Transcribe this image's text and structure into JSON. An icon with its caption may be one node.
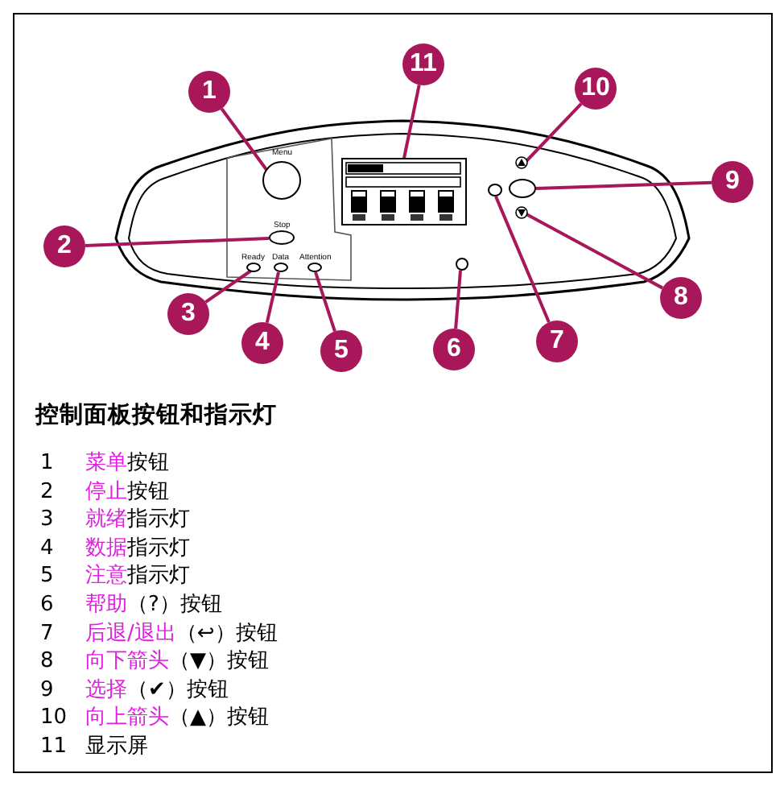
{
  "diagram": {
    "title": "控制面板按钮和指示灯",
    "nodes": [
      {
        "text": [
          "1"
        ]
      },
      {
        "text": [
          "2"
        ]
      },
      {
        "text": [
          "3"
        ]
      },
      {
        "text": [
          "4"
        ]
      },
      {
        "text": [
          "5"
        ]
      },
      {
        "text": [
          "6"
        ]
      },
      {
        "text": [
          "7"
        ]
      },
      {
        "text": [
          "8"
        ]
      },
      {
        "text": [
          "9"
        ]
      },
      {
        "text": [
          "10"
        ]
      },
      {
        "text": [
          "11"
        ]
      },
      {
        "text": [],
        "shape": "circle",
        "beside": [
          "Menu"
        ]
      },
      {
        "text": [],
        "shape": "circle",
        "beside": [
          "Stop"
        ]
      },
      {
        "text": [],
        "shape": "circle",
        "beside": [
          "Ready"
        ]
      },
      {
        "text": [],
        "shape": "circle",
        "beside": [
          "Data"
        ]
      },
      {
        "text": [],
        "shape": "circle",
        "beside": [
          "Attention"
        ]
      },
      {
        "text": [],
        "shape": "circle"
      },
      {
        "text": [],
        "shape": "circle"
      },
      {
        "text": [],
        "shape": "triangle"
      },
      {
        "text": [],
        "shape": "circle"
      },
      {
        "text": [],
        "shape": "triangle"
      },
      {
        "text": [],
        "shape": "box"
      }
    ],
    "edges": [
      {
        "from": 0,
        "to": 11,
        "arrow": "none"
      },
      {
        "from": 1,
        "to": 12,
        "arrow": "none"
      },
      {
        "from": 2,
        "to": 13,
        "arrow": "none"
      },
      {
        "from": 3,
        "to": 14,
        "arrow": "none"
      },
      {
        "from": 4,
        "to": 15,
        "arrow": "none"
      },
      {
        "from": 5,
        "to": 16,
        "arrow": "none"
      },
      {
        "from": 6,
        "to": 17,
        "arrow": "none"
      },
      {
        "from": 7,
        "to": 20,
        "arrow": "none"
      },
      {
        "from": 8,
        "to": 19,
        "arrow": "none"
      },
      {
        "from": 9,
        "to": 18,
        "arrow": "none"
      },
      {
        "from": 10,
        "to": 21,
        "arrow": "none"
      }
    ],
    "labels": [
      "1",
      "菜单",
      "按钮",
      "2",
      "停止",
      "按钮",
      "3",
      "就绪",
      "指示灯",
      "4",
      "数据",
      "指示灯",
      "5",
      "注意",
      "指示灯",
      "6",
      "帮助",
      "（?）按钮",
      "7",
      "后退/退出",
      "（↩）按钮",
      "8",
      "向下箭头",
      "（▼）按钮",
      "9",
      "选择",
      "（✔）按钮",
      "10",
      "向上箭头",
      "（▲）按钮",
      "11",
      "显示屏"
    ]
  }
}
